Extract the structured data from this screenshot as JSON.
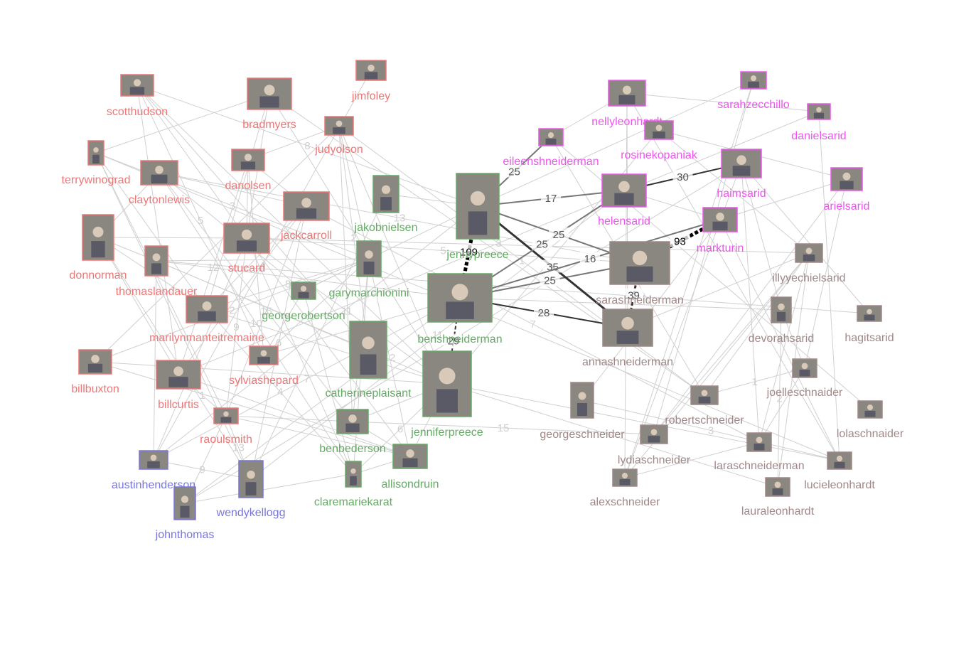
{
  "colors": {
    "group_red": "#ee7777",
    "group_green": "#66aa66",
    "group_magenta": "#ee55ee",
    "group_taupe": "#a08888",
    "group_blue": "#7777dd",
    "edge_faint": "#d0d0d0",
    "edge_dark": "#333333"
  },
  "nodes": [
    {
      "id": "scotthudson",
      "label": "scotthudson",
      "group": "red"
    },
    {
      "id": "bradmyers",
      "label": "bradmyers",
      "group": "red"
    },
    {
      "id": "jimfoley",
      "label": "jimfoley",
      "group": "red"
    },
    {
      "id": "judyolson",
      "label": "judyolson",
      "group": "red"
    },
    {
      "id": "terrywinograd",
      "label": "terrywinograd",
      "group": "red"
    },
    {
      "id": "claytonlewis",
      "label": "claytonlewis",
      "group": "red"
    },
    {
      "id": "danolsen",
      "label": "danolsen",
      "group": "red"
    },
    {
      "id": "jackcarroll",
      "label": "jackcarroll",
      "group": "red"
    },
    {
      "id": "donnorman",
      "label": "donnorman",
      "group": "red"
    },
    {
      "id": "stucard",
      "label": "stucard",
      "group": "red"
    },
    {
      "id": "thomaslandauer",
      "label": "thomaslandauer",
      "group": "red"
    },
    {
      "id": "marilynmanteitremaine",
      "label": "marilynmanteitremaine",
      "group": "red"
    },
    {
      "id": "billbuxton",
      "label": "billbuxton",
      "group": "red"
    },
    {
      "id": "billcurtis",
      "label": "billcurtis",
      "group": "red"
    },
    {
      "id": "sylviashepard",
      "label": "sylviashepard",
      "group": "red"
    },
    {
      "id": "raoulsmith",
      "label": "raoulsmith",
      "group": "red"
    },
    {
      "id": "jakobnielsen",
      "label": "jakobnielsen",
      "group": "green"
    },
    {
      "id": "garymarchionini",
      "label": "garymarchionini",
      "group": "green"
    },
    {
      "id": "georgerobertson",
      "label": "georgerobertson",
      "group": "green"
    },
    {
      "id": "catherineplaisant",
      "label": "catherineplaisant",
      "group": "green"
    },
    {
      "id": "benbederson",
      "label": "benbederson",
      "group": "green"
    },
    {
      "id": "claremariekarat",
      "label": "claremariekarat",
      "group": "green"
    },
    {
      "id": "allisondruin",
      "label": "allisondruin",
      "group": "green"
    },
    {
      "id": "jenniferpreece",
      "label": "jenniferpreece",
      "group": "green"
    },
    {
      "id": "jennypreece",
      "label": "jennypreece",
      "group": "green"
    },
    {
      "id": "benshneiderman",
      "label": "benshneiderman",
      "group": "green"
    },
    {
      "id": "austinhenderson",
      "label": "austinhenderson",
      "group": "blue"
    },
    {
      "id": "wendykellogg",
      "label": "wendykellogg",
      "group": "blue"
    },
    {
      "id": "johnthomas",
      "label": "johnthomas",
      "group": "blue"
    },
    {
      "id": "nellyleonhardt",
      "label": "nellyleonhardt",
      "group": "magenta"
    },
    {
      "id": "sarahzecchillo",
      "label": "sarahzecchillo",
      "group": "magenta"
    },
    {
      "id": "danielsarid",
      "label": "danielsarid",
      "group": "magenta"
    },
    {
      "id": "eileenshneiderman",
      "label": "eileenshneiderman",
      "group": "magenta"
    },
    {
      "id": "rosinekopaniak",
      "label": "rosinekopaniak",
      "group": "magenta"
    },
    {
      "id": "haimsarid",
      "label": "haimsarid",
      "group": "magenta"
    },
    {
      "id": "arielsarid",
      "label": "arielsarid",
      "group": "magenta"
    },
    {
      "id": "helensarid",
      "label": "helensarid",
      "group": "magenta"
    },
    {
      "id": "markturin",
      "label": "markturin",
      "group": "magenta"
    },
    {
      "id": "sarashneiderman",
      "label": "sarashneiderman",
      "group": "taupe"
    },
    {
      "id": "illyyechielsarid",
      "label": "illyyechielsarid",
      "group": "taupe"
    },
    {
      "id": "annashneiderman",
      "label": "annashneiderman",
      "group": "taupe"
    },
    {
      "id": "devorahsarid",
      "label": "devorahsarid",
      "group": "taupe"
    },
    {
      "id": "hagitsarid",
      "label": "hagitsarid",
      "group": "taupe"
    },
    {
      "id": "joelleschnaider",
      "label": "joelleschnaider",
      "group": "taupe"
    },
    {
      "id": "georgeschneider",
      "label": "georgeschneider",
      "group": "taupe"
    },
    {
      "id": "robertschneider",
      "label": "robertschneider",
      "group": "taupe"
    },
    {
      "id": "lolaschnaider",
      "label": "lolaschnaider",
      "group": "taupe"
    },
    {
      "id": "lydiaschneider",
      "label": "lydiaschneider",
      "group": "taupe"
    },
    {
      "id": "laraschneiderman",
      "label": "laraschneiderman",
      "group": "taupe"
    },
    {
      "id": "lucieleonhardt",
      "label": "lucieleonhardt",
      "group": "taupe"
    },
    {
      "id": "alexschneider",
      "label": "alexschneider",
      "group": "taupe"
    },
    {
      "id": "lauraleonhardt",
      "label": "lauraleonhardt",
      "group": "taupe"
    }
  ],
  "strong_edges": [
    {
      "source": "jennypreece",
      "target": "benshneiderman",
      "weight": "109"
    },
    {
      "source": "benshneiderman",
      "target": "jenniferpreece",
      "weight": "29"
    },
    {
      "source": "benshneiderman",
      "target": "annashneiderman",
      "weight": "28"
    },
    {
      "source": "benshneiderman",
      "target": "sarashneiderman",
      "weight": "25"
    },
    {
      "source": "jennypreece",
      "target": "annashneiderman",
      "weight": "35"
    },
    {
      "source": "benshneiderman",
      "target": "helensarid",
      "weight": "25"
    },
    {
      "source": "jennypreece",
      "target": "sarashneiderman",
      "weight": "25"
    },
    {
      "source": "jennypreece",
      "target": "eileenshneiderman",
      "weight": "25"
    },
    {
      "source": "helensarid",
      "target": "haimsarid",
      "weight": "30"
    },
    {
      "source": "sarashneiderman",
      "target": "markturin",
      "weight": "93"
    },
    {
      "source": "sarashneiderman",
      "target": "annashneiderman",
      "weight": "39"
    },
    {
      "source": "benshneiderman",
      "target": "markturin",
      "weight": "16"
    },
    {
      "source": "jennypreece",
      "target": "helensarid",
      "weight": "17"
    }
  ],
  "weak_edge_labels": [
    "5",
    "8",
    "4",
    "2",
    "1",
    "3",
    "10",
    "13",
    "12",
    "15",
    "6",
    "7",
    "9",
    "11"
  ]
}
